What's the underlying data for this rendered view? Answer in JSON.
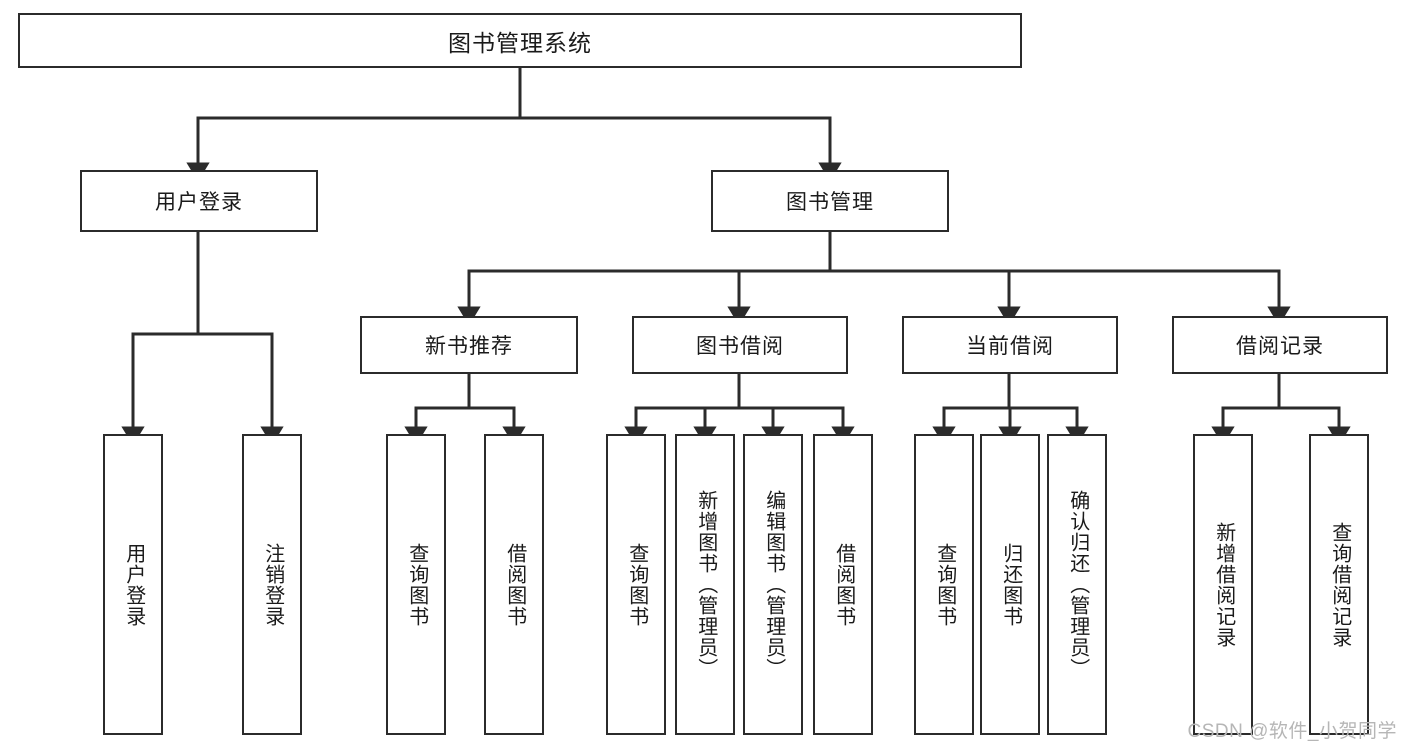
{
  "diagram": {
    "title": "图书管理系统",
    "type": "tree",
    "colors": {
      "background": "#ffffff",
      "border": "#2b2b2b",
      "edge": "#2b2b2b",
      "text": "#1a1a1a",
      "watermark": "#b6b6b6"
    },
    "watermark": "CSDN @软件_小贺同学",
    "root": {
      "label": "图书管理系统"
    },
    "branches": [
      {
        "label": "用户登录"
      },
      {
        "label": "图书管理"
      },
      {
        "label": "新书推荐"
      },
      {
        "label": "图书借阅"
      },
      {
        "label": "当前借阅"
      },
      {
        "label": "借阅记录"
      }
    ],
    "leaves": [
      {
        "label": "用户登录",
        "parent": "用户登录"
      },
      {
        "label": "注销登录",
        "parent": "用户登录"
      },
      {
        "label": "查询图书",
        "parent": "新书推荐"
      },
      {
        "label": "借阅图书",
        "parent": "新书推荐"
      },
      {
        "label": "查询图书",
        "parent": "图书借阅"
      },
      {
        "label": "新增图书（管理员）",
        "parent": "图书借阅"
      },
      {
        "label": "编辑图书（管理员）",
        "parent": "图书借阅"
      },
      {
        "label": "借阅图书",
        "parent": "图书借阅"
      },
      {
        "label": "查询图书",
        "parent": "当前借阅"
      },
      {
        "label": "归还图书",
        "parent": "当前借阅"
      },
      {
        "label": "确认归还（管理员）",
        "parent": "当前借阅"
      },
      {
        "label": "新增借阅记录",
        "parent": "借阅记录"
      },
      {
        "label": "查询借阅记录",
        "parent": "借阅记录"
      }
    ]
  }
}
